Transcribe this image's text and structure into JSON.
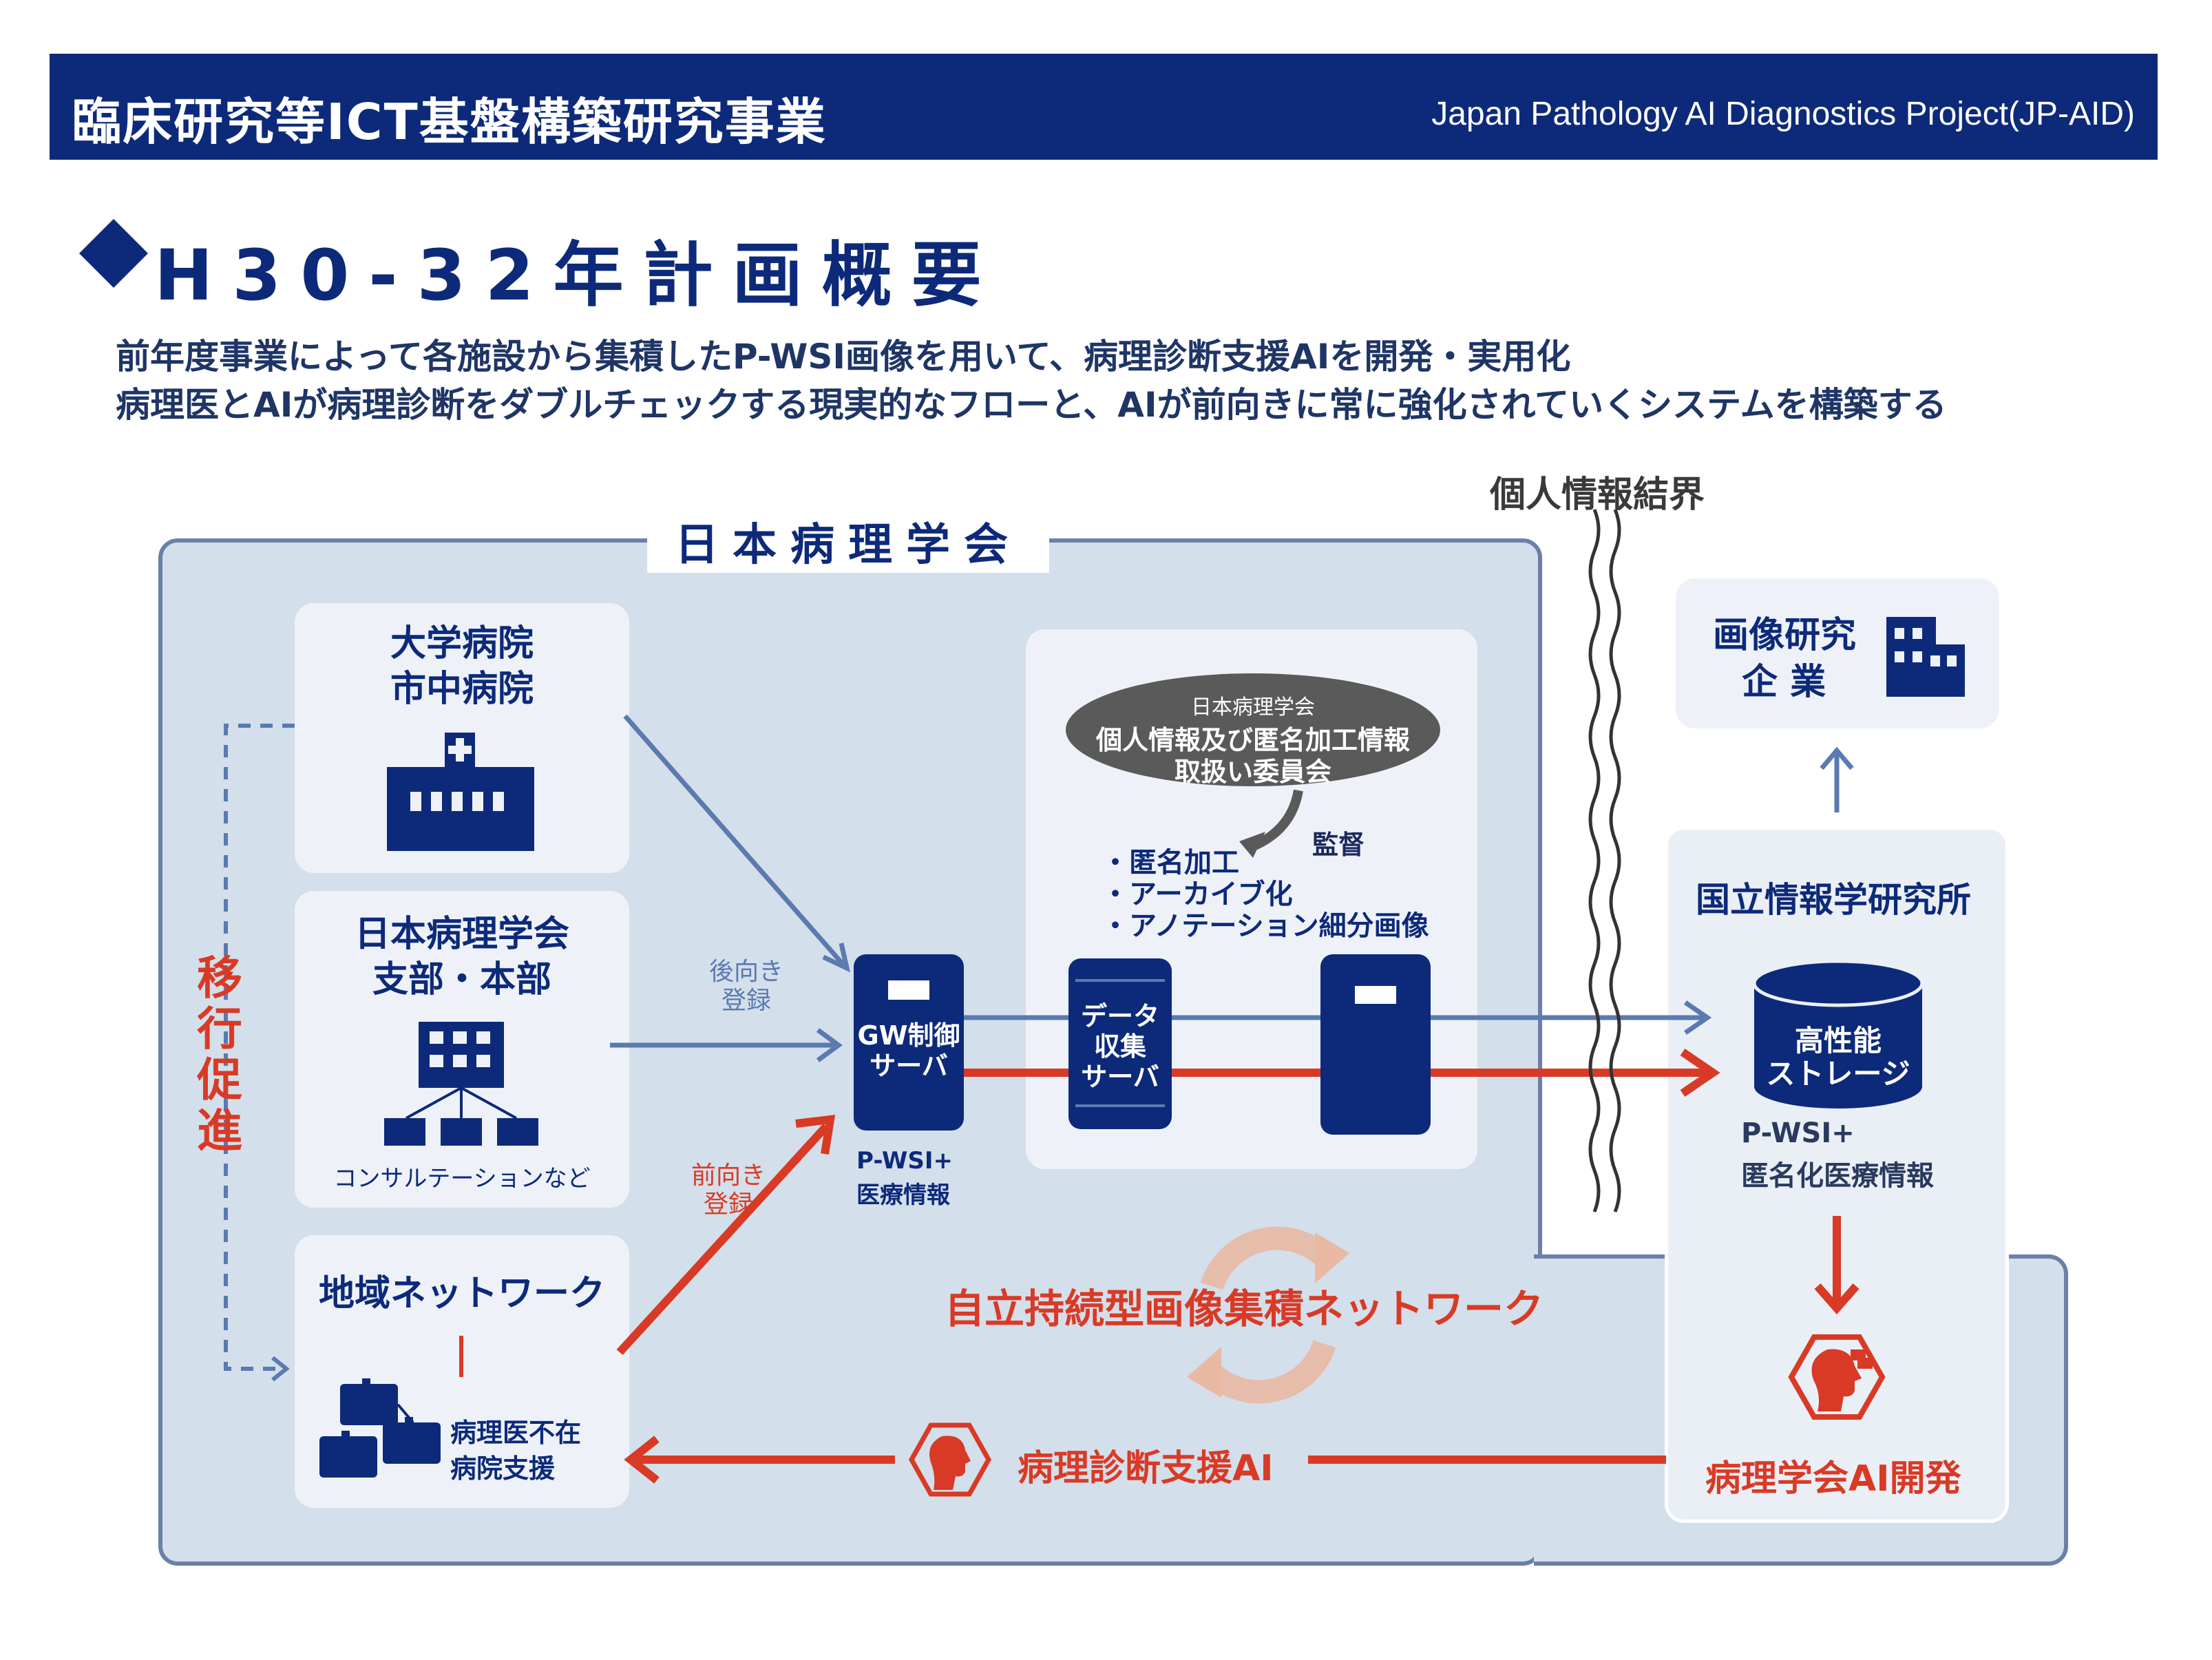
{
  "header": {
    "title": "臨床研究等ICT基盤構築研究事業",
    "subtitle": "Japan Pathology AI Diagnostics Project(JP-AID)"
  },
  "section_title": "H30-32年計画概要",
  "lead": {
    "line1": "前年度事業によって各施設から集積したP-WSI画像を用いて、病理診断支援AIを開発・実用化",
    "line2": "病理医とAIが病理診断をダブルチェックする現実的なフローと、AIが前向きに常に強化されていくシステムを構築する"
  },
  "boundary_label": "個人情報結界",
  "society_label": "日本病理学会",
  "hospitals": {
    "line1": "大学病院",
    "line2": "市中病院"
  },
  "branch": {
    "line1": "日本病理学会",
    "line2": "支部・本部",
    "caption": "コンサルテーションなど"
  },
  "regional": {
    "title": "地域ネットワーク",
    "line1": "病理医不在",
    "line2": "病院支援"
  },
  "promotion": {
    "chars": [
      "移",
      "行",
      "促",
      "進"
    ]
  },
  "flow_labels": {
    "backward": [
      "後向き",
      "登録"
    ],
    "forward": [
      "前向き",
      "登録"
    ]
  },
  "gw_server": {
    "line1": "GW制御",
    "line2": "サーバ",
    "caption1": "P-WSI+",
    "caption2": "医療情報"
  },
  "committee": {
    "line1": "日本病理学会",
    "line2": "個人情報及び匿名加工情報",
    "line3": "取扱い委員会"
  },
  "supervision": "監督",
  "processing": [
    "・匿名加工",
    "・アーカイブ化",
    "・アノテーション細分画像"
  ],
  "collection_server": {
    "line1": "データ",
    "line2": "収集",
    "line3": "サーバ"
  },
  "network_label": "自立持続型画像集積ネットワーク",
  "imaging_company": {
    "line1": "画像研究",
    "line2": "企 業"
  },
  "nii": {
    "title": "国立情報学研究所"
  },
  "storage": {
    "line1": "高性能",
    "line2": "ストレージ",
    "caption1": "P-WSI+",
    "caption2": "匿名化医療情報"
  },
  "ai_dev": "病理学会AI開発",
  "ai_support": "病理診断支援AI",
  "colors": {
    "navy": "#0d2a7a",
    "red": "#d93a26",
    "steel": "#5a7ab0",
    "panel": "#d3dfea",
    "card": "#eef2f8"
  },
  "icons": [
    "hospital-icon",
    "org-chart-icon",
    "medical-kit-icon",
    "building-icon",
    "database-icon",
    "ai-head-icon",
    "cycle-icon",
    "server-icon"
  ]
}
